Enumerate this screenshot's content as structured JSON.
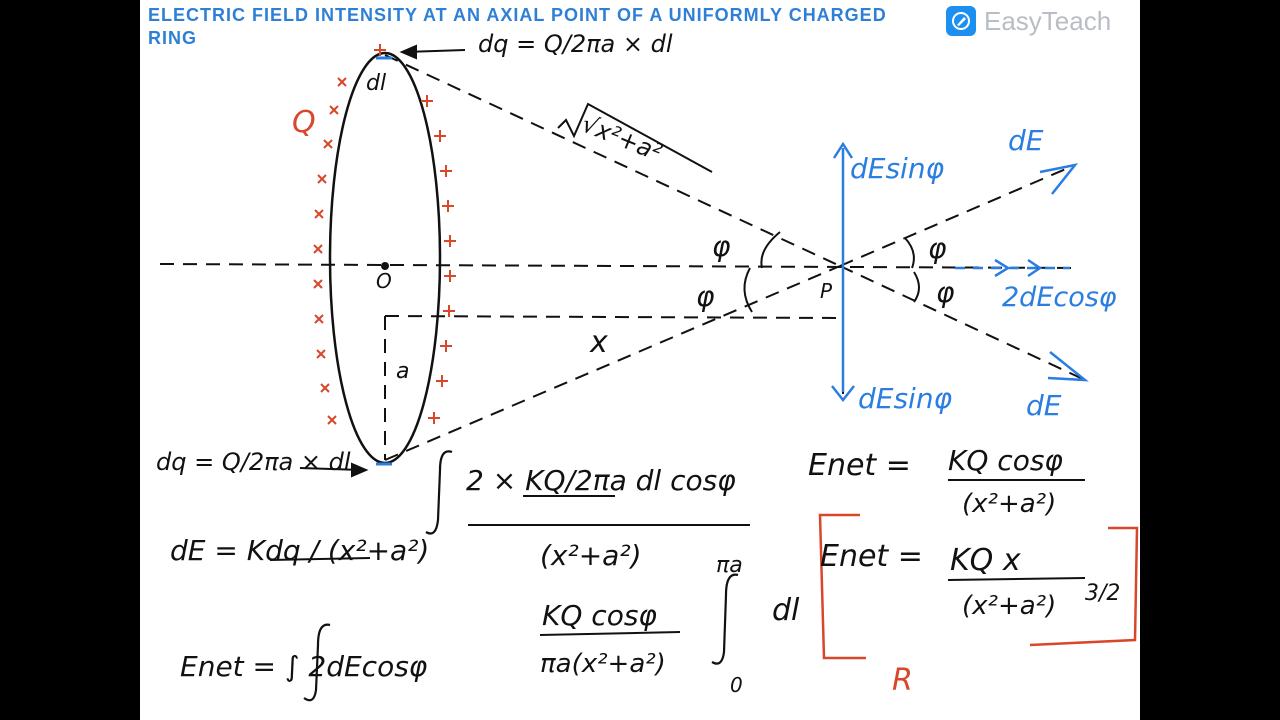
{
  "header": {
    "title": "ELECTRIC FIELD INTENSITY AT AN AXIAL POINT OF A UNIFORMLY CHARGED RING",
    "brand": "EasyTeach"
  },
  "diagram": {
    "labels": {
      "dq_top": "dq = Q/2πa × dl",
      "dq_bottom": "dq = Q/2πa × dl",
      "dl": "dl",
      "Q": "Q",
      "O": "O",
      "a": "a",
      "x": "x",
      "P": "P",
      "hyp": "√x²+a²",
      "phi": "φ",
      "dE_top": "dE",
      "dE_bottom": "dE",
      "dEsin_up": "dEsinφ",
      "dEsin_down": "dEsinφ",
      "two_dEcos": "2dEcosφ",
      "R": "R"
    },
    "colors": {
      "ink": "#111111",
      "blue": "#2a7de1",
      "red": "#d9472b"
    }
  },
  "equations": {
    "dE": "dE = Kdq / (x²+a²)",
    "Enet_int": "Enet = ∫ 2dEcosφ",
    "int_num": "2 × KQ/2πa dl cosφ",
    "int_den": "(x²+a²)",
    "pre_factor_num": "KQ cosφ",
    "pre_factor_den": "πa(x²+a²)",
    "int_limits_top": "πa",
    "int_limits_bottom": "0",
    "int_var": "dl",
    "Enet_cos_lhs": "Enet =",
    "Enet_cos_num": "KQ cosφ",
    "Enet_cos_den": "(x²+a²)",
    "Enet_final_lhs": "Enet =",
    "Enet_final_num": "KQ x",
    "Enet_final_den": "(x²+a²)",
    "Enet_final_pow": "3/2"
  }
}
